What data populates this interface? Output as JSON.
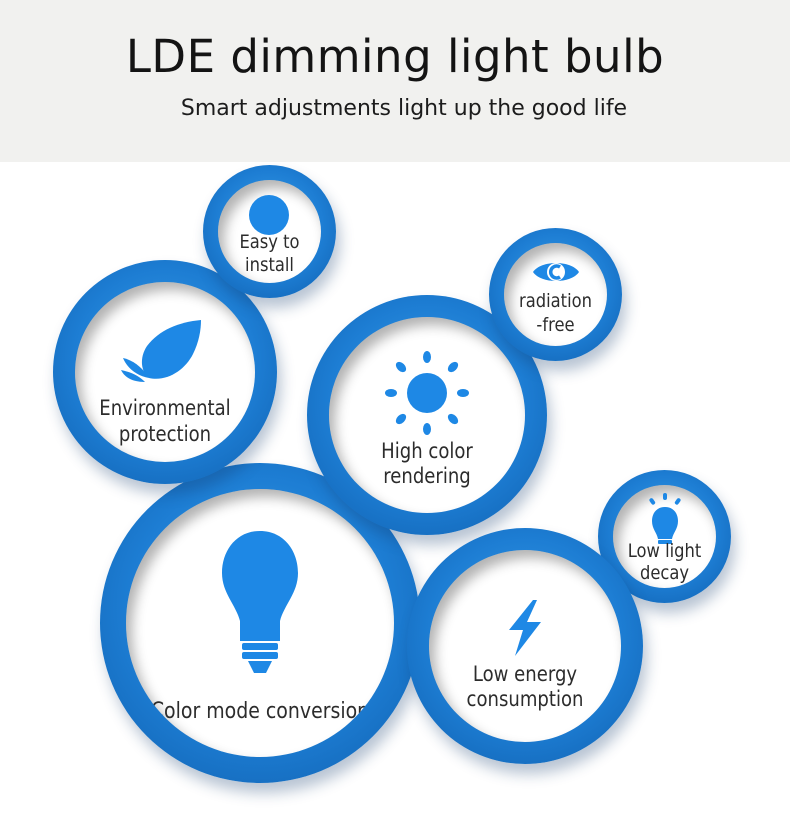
{
  "header": {
    "title": "LDE dimming light bulb",
    "subtitle": "Smart adjustments light up the good life"
  },
  "features": {
    "install": {
      "line1": "Easy to",
      "line2": "install",
      "icon": "dot-icon"
    },
    "radiation": {
      "line1": "radiation",
      "line2": "-free",
      "icon": "eye-icon"
    },
    "environment": {
      "line1": "Environmental",
      "line2": "protection",
      "icon": "leaf-icon"
    },
    "color_rendering": {
      "line1": "High color",
      "line2": "rendering",
      "icon": "sun-icon"
    },
    "decay": {
      "line1": "Low light",
      "line2": "decay",
      "icon": "bulb-glow-icon"
    },
    "color_mode": {
      "line1": "Color mode conversion",
      "icon": "light-bulb-icon"
    },
    "energy": {
      "line1": "Low energy",
      "line2": "consumption",
      "icon": "lightning-icon"
    }
  },
  "colors": {
    "accent": "#1e88e5",
    "ring_dark": "#0f5fae",
    "header_bg": "#f1f1ef"
  }
}
